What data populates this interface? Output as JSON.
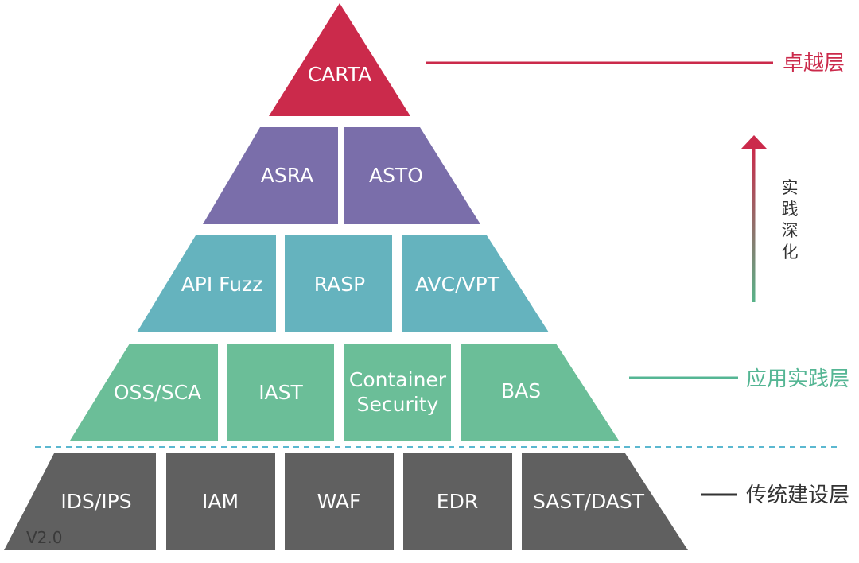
{
  "colors": {
    "excellence": "#CB2A4B",
    "orchestration": "#7A6EAA",
    "testing": "#65B3BE",
    "practice": "#6BBE98",
    "traditional": "#606060",
    "divider": "#5BB8D0",
    "practice_label": "#55B694",
    "arrow_top": "#CB2A4B",
    "arrow_bottom": "#59B389"
  },
  "pyramid": {
    "apex": "CARTA",
    "tier2": [
      "ASRA",
      "ASTO"
    ],
    "tier3": [
      "API Fuzz",
      "RASP",
      "AVC/VPT"
    ],
    "tier4": [
      "OSS/SCA",
      "IAST",
      "Container Security",
      "BAS"
    ],
    "tier5": [
      "IDS/IPS",
      "IAM",
      "WAF",
      "EDR",
      "SAST/DAST"
    ]
  },
  "layers": {
    "excellence": "卓越层",
    "practice": "应用实践层",
    "traditional": "传统建设层"
  },
  "arrow": {
    "label": "实践深化"
  },
  "version": "V2.0"
}
